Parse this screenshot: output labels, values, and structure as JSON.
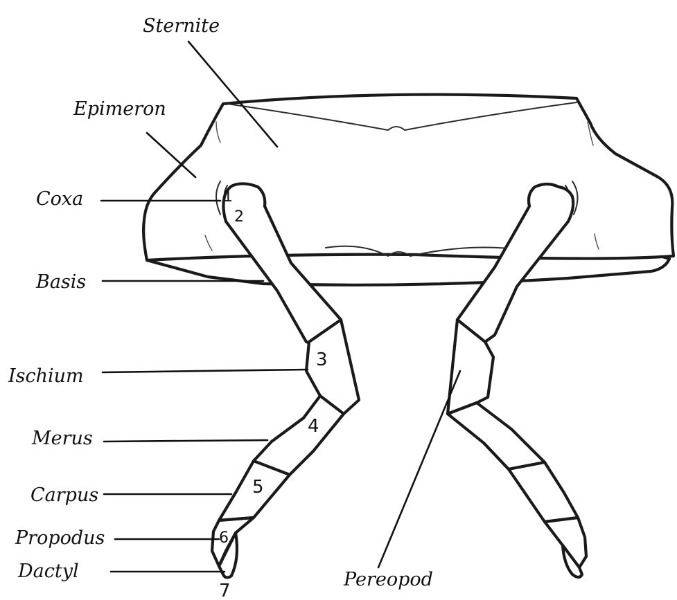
{
  "labels": {
    "sternite": "Sternite",
    "epimeron": "Epimeron",
    "coxa": "Coxa",
    "basis": "Basis",
    "ischium": "Ischium",
    "merus": "Merus",
    "carpus": "Carpus",
    "propodus": "Propodus",
    "dactyl": "Dactyl",
    "pereopod": "Pereopod"
  },
  "segment_numbers": {
    "coxa": "1",
    "basis": "2",
    "ischium": "3",
    "merus": "4",
    "carpus": "5",
    "propodus": "6",
    "dactyl": "7"
  },
  "colors": {
    "line": "#1a1a1a",
    "background": "#ffffff"
  }
}
